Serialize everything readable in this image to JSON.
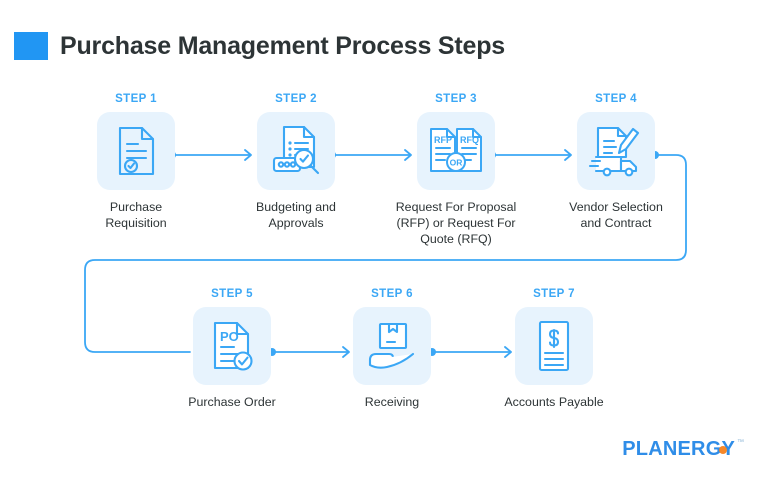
{
  "header": {
    "title": "Purchase Management Process Steps",
    "accent_color": "#2196f3"
  },
  "theme": {
    "step_label_color": "#3ba7f5",
    "icon_stroke_color": "#3ba7f5",
    "icon_box_bg": "#e7f3fd",
    "connector_color": "#3ba7f5",
    "caption_color": "#2d3436",
    "logo_blue": "#2f8de8",
    "logo_orange": "#f5821f"
  },
  "diagram": {
    "type": "process-flow",
    "direction": "left-to-right, wrapping to a second row",
    "steps": [
      {
        "label": "STEP 1",
        "caption": "Purchase\nRequisition",
        "caption_lines": [
          "Purchase",
          "Requisition"
        ],
        "icon": "document-check-icon",
        "row": 1
      },
      {
        "label": "STEP 2",
        "caption": "Budgeting and\nApprovals",
        "caption_lines": [
          "Budgeting and",
          "Approvals"
        ],
        "icon": "document-money-magnifier-icon",
        "row": 1
      },
      {
        "label": "STEP 3",
        "caption": "Request For Proposal (RFP) or Request For Quote (RFQ)",
        "caption_lines": [
          "Request For Proposal",
          "(RFP) or Request For",
          "Quote (RFQ)"
        ],
        "icon": "rfp-rfq-documents-icon",
        "icon_text": [
          "RFP",
          "RFQ",
          "OR"
        ],
        "row": 1
      },
      {
        "label": "STEP 4",
        "caption": "Vendor Selection and Contract",
        "caption_lines": [
          "Vendor Selection",
          "and Contract"
        ],
        "icon": "contract-pen-truck-icon",
        "row": 1
      },
      {
        "label": "STEP 5",
        "caption": "Purchase Order",
        "caption_lines": [
          "Purchase Order"
        ],
        "icon": "purchase-order-check-icon",
        "icon_text": [
          "PO"
        ],
        "row": 2
      },
      {
        "label": "STEP 6",
        "caption": "Receiving",
        "caption_lines": [
          "Receiving"
        ],
        "icon": "hand-holding-box-icon",
        "row": 2
      },
      {
        "label": "STEP 7",
        "caption": "Accounts Payable",
        "caption_lines": [
          "Accounts Payable"
        ],
        "icon": "invoice-dollar-icon",
        "row": 2
      }
    ]
  },
  "logo": {
    "text": "PLANERGY",
    "trademark": "™"
  }
}
